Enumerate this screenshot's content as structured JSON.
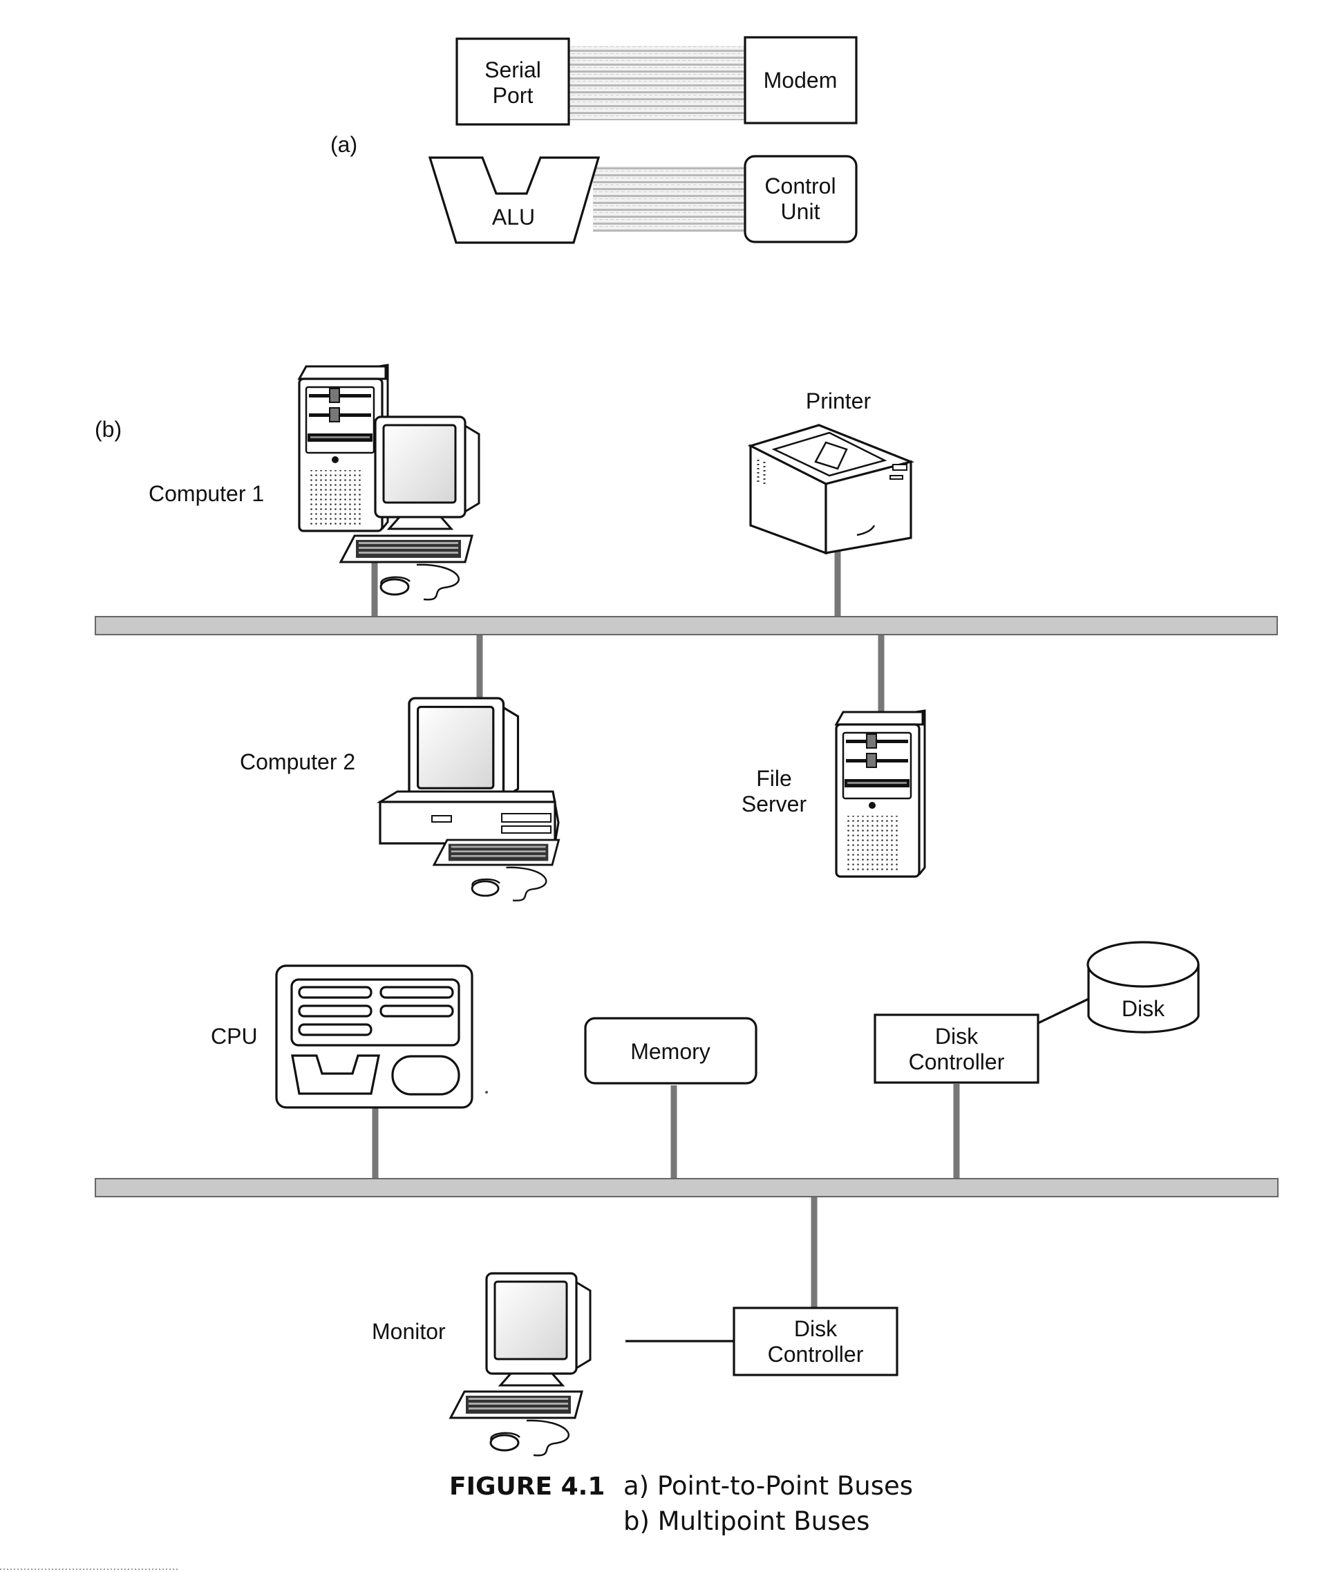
{
  "figure": {
    "number": "FIGURE 4.1",
    "line_a": "a) Point-to-Point Buses",
    "line_b": "b) Multipoint Buses"
  },
  "part_a": {
    "label": "(a)",
    "serial_port": "Serial\nPort",
    "modem": "Modem",
    "alu": "ALU",
    "control_unit": "Control\nUnit"
  },
  "part_b": {
    "label": "(b)",
    "network": {
      "computer1": "Computer 1",
      "printer": "Printer",
      "computer2": "Computer 2",
      "file_server": "File\nServer"
    },
    "system": {
      "cpu": "CPU",
      "memory": "Memory",
      "disk_controller_top": "Disk\nController",
      "disk": "Disk",
      "monitor": "Monitor",
      "disk_controller_bottom": "Disk\nController"
    }
  },
  "colors": {
    "ink": "#111111",
    "bus_fill": "#c9c9c9",
    "link_hatch": "#bdbdbd"
  }
}
